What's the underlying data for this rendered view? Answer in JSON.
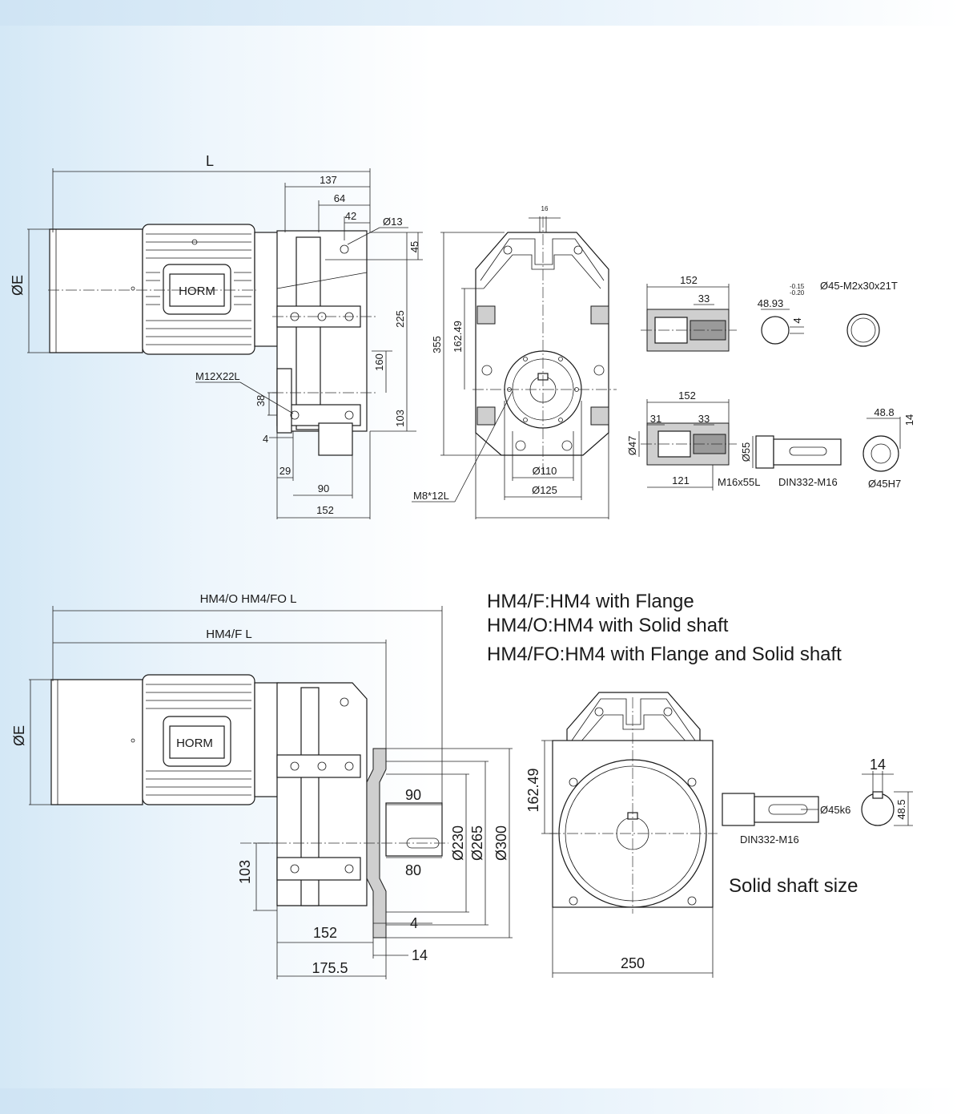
{
  "view1": {
    "labels": {
      "L": "L",
      "dE": "ØE",
      "d137": "137",
      "d64": "64",
      "d42": "42",
      "d13": "Ø13",
      "d45": "45",
      "d225": "225",
      "d160": "160",
      "d103": "103",
      "d38": "38",
      "d4": "4",
      "d29": "29",
      "d90": "90",
      "d152": "152",
      "m12": "M12X22L",
      "brand": "HORM"
    }
  },
  "view2": {
    "labels": {
      "d16": "16",
      "d355": "355",
      "d16249": "162.49",
      "d110": "Ø110",
      "d125": "Ø125",
      "m8": "M8*12L"
    }
  },
  "shaft": {
    "labels": {
      "t152": "152",
      "t33": "33",
      "t4893": "48.93",
      "tol_up": "-0.15",
      "tol_low": "-0.20",
      "t4": "4",
      "spline": "Ø45-M2x30x21T",
      "b152": "152",
      "b31": "31",
      "b33": "33",
      "b47": "Ø47",
      "b121": "121",
      "b16x55": "M16x55L",
      "b55": "Ø55",
      "din": "DIN332-M16",
      "b488": "48.8",
      "b14": "14",
      "b45h7": "Ø45H7"
    }
  },
  "legend": {
    "line1": "HM4/F:HM4 with Flange",
    "line2": "HM4/O:HM4 with Solid shaft",
    "line3": "HM4/FO:HM4 with Flange and Solid shaft"
  },
  "view3": {
    "labels": {
      "LO": "HM4/O HM4/FO  L",
      "LF": "HM4/F  L",
      "dE": "ØE",
      "brand": "HORM",
      "d90": "90",
      "d80": "80",
      "d230": "Ø230",
      "d265": "Ø265",
      "d300": "Ø300",
      "d103": "103",
      "d4": "4",
      "d152": "152",
      "d14": "14",
      "d1755": "175.5"
    }
  },
  "view4": {
    "labels": {
      "d16249": "162.49",
      "d250": "250",
      "d45k6": "Ø45k6",
      "din": "DIN332-M16",
      "d14": "14",
      "d485": "48.5",
      "caption": "Solid shaft size"
    }
  }
}
